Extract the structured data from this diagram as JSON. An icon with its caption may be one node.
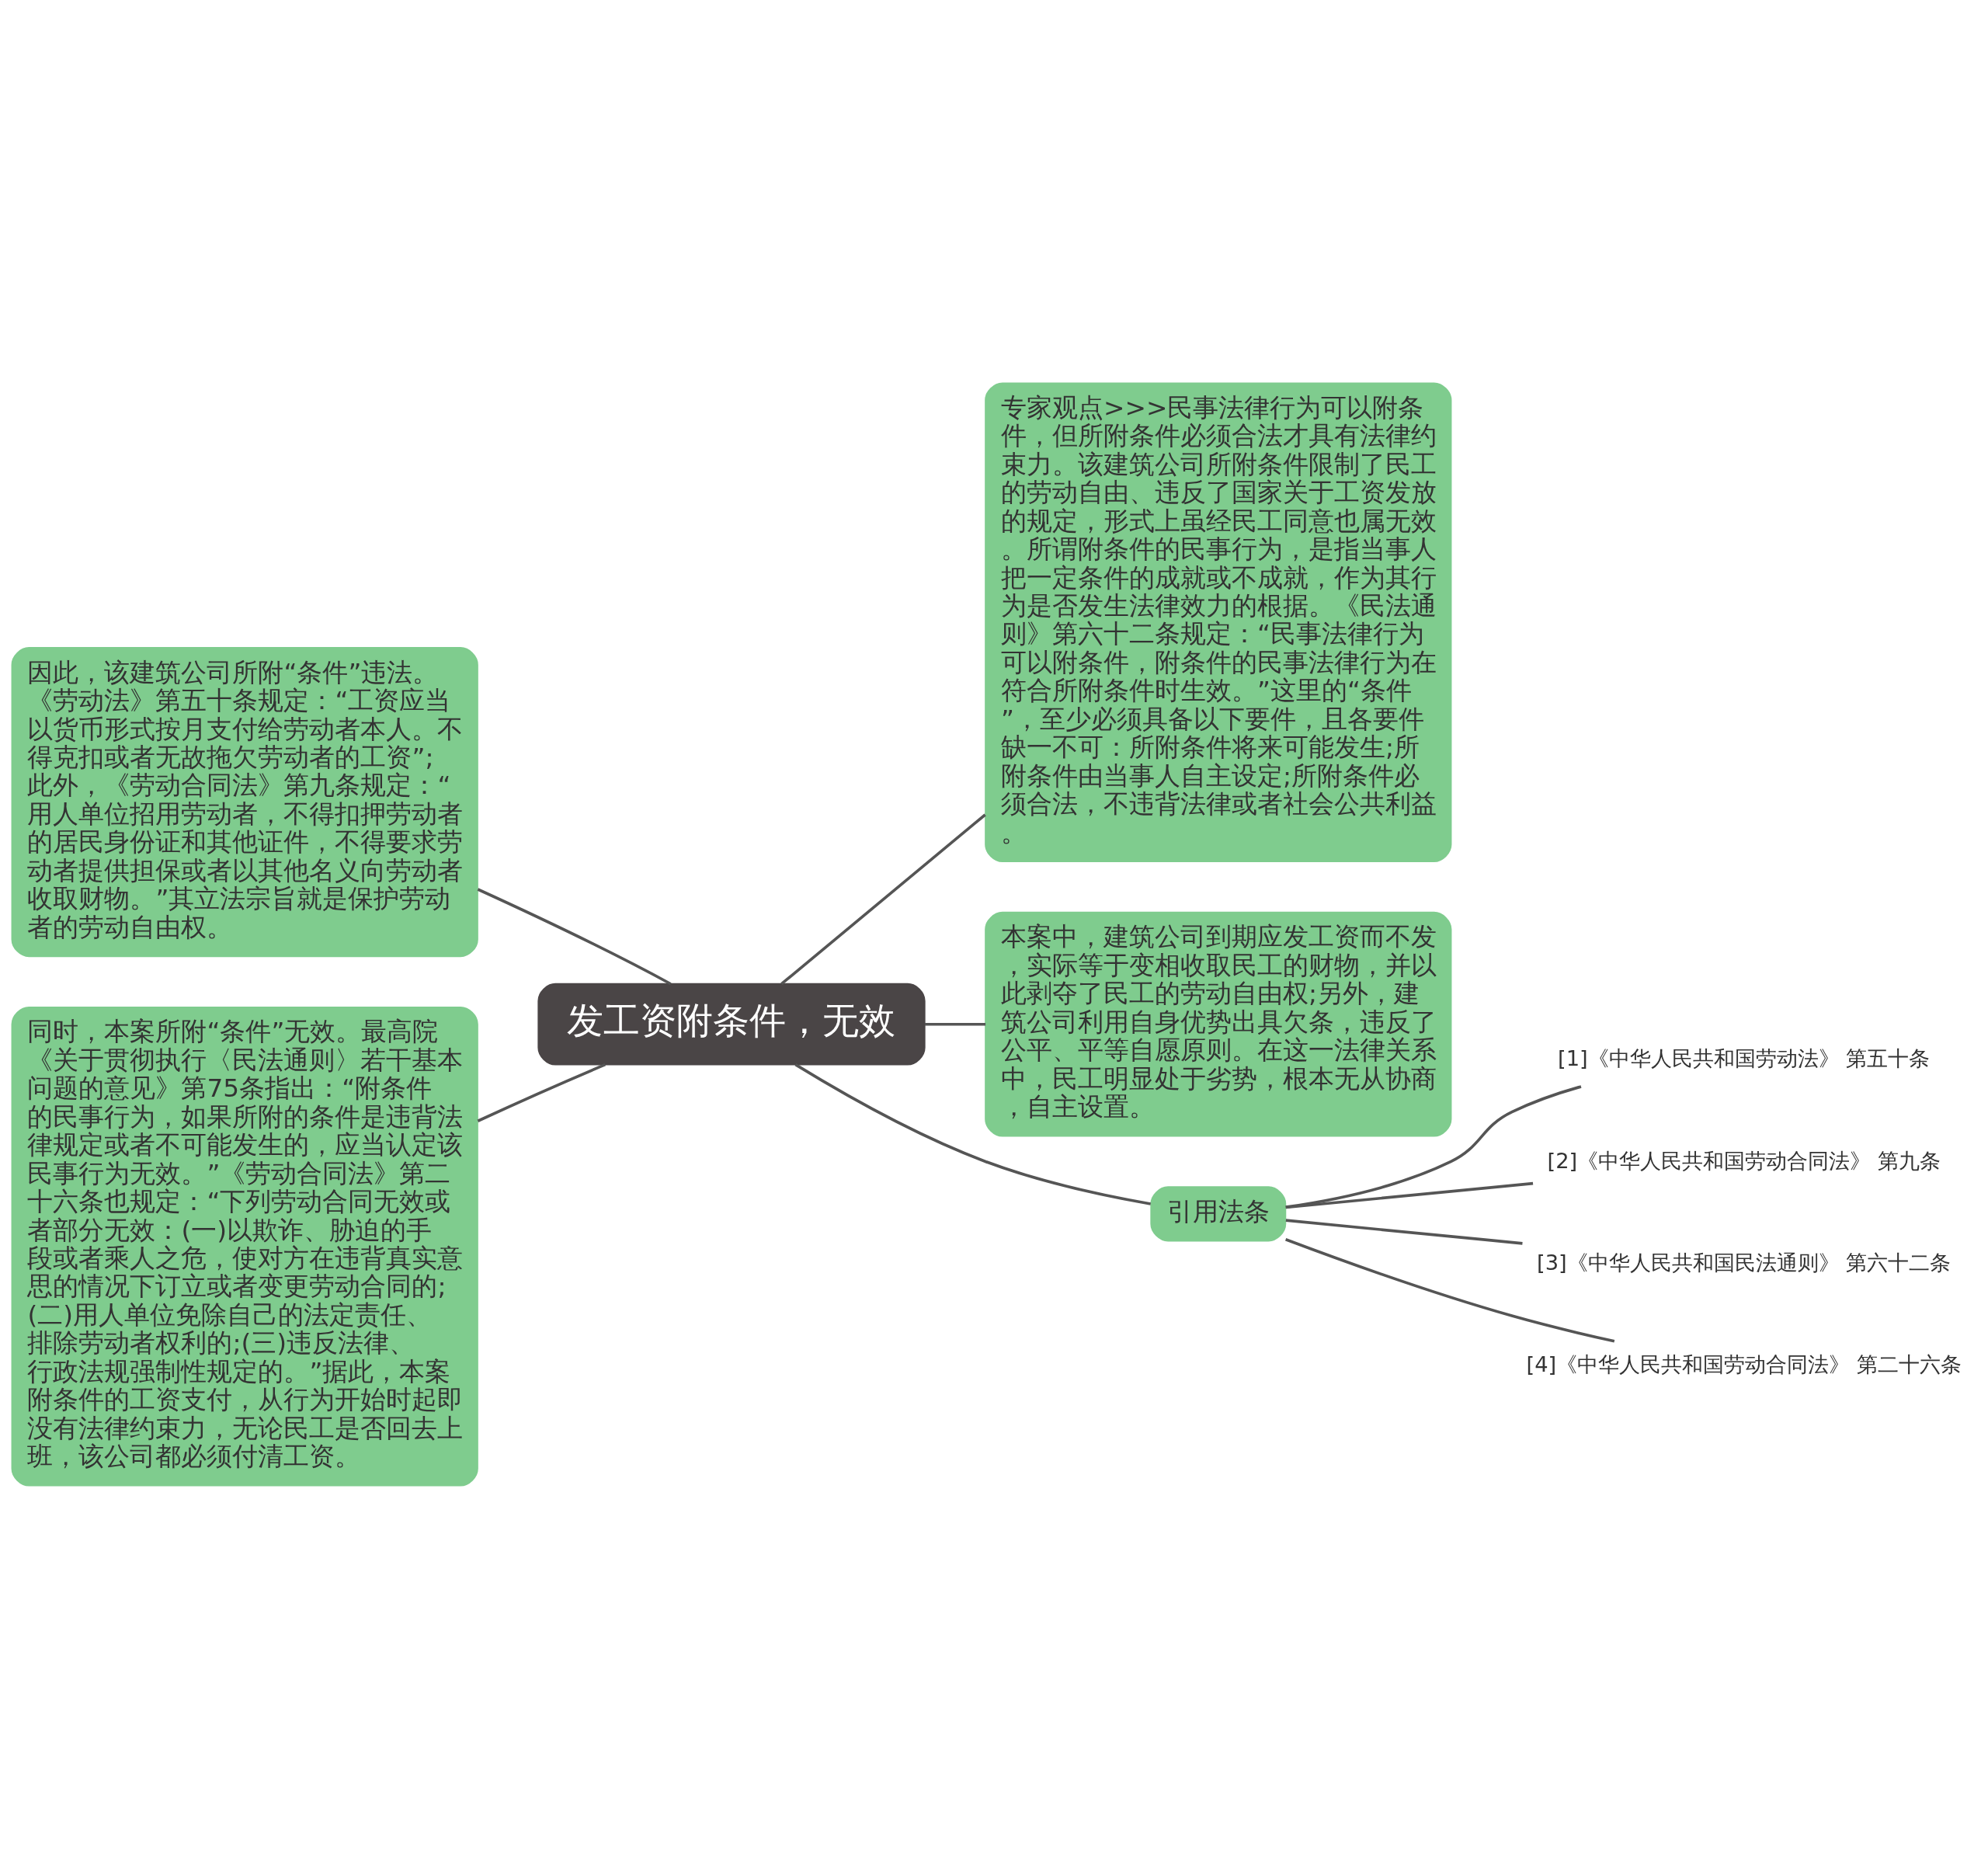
{
  "diagram": {
    "nodes": [
      {
        "text": [
          "发工资附条件，无效"
        ]
      },
      {
        "text": [
          "因此，该建筑公司所附“条件”违法。《劳动法》第五十条规定：“工资应当以货币形式按月支付给劳动者本人。不得克扣或者无故拖欠劳动者的工资”;此外，《劳动合同法》第九条规定：“用人单位招用劳动者，不得扣押劳动者的居民身份证和其他证件，不得要求劳动者提供担保或者以其他名义向劳动者收取财物。”其立法宗旨就是保护劳动者的劳动自由权。"
        ]
      },
      {
        "text": [
          "同时，本案所附“条件”无效。最高院《关于贯彻执行〈民法通则〉若干基本问题的意见》第75条指出：“附条件的民事行为，如果所附的条件是违背法律规定或者不可能发生的，应当认定该民事行为无效。”《劳动合同法》第二十六条也规定：“下列劳动合同无效或者部分无效：(一)以欺诈、胁迫的手段或者乘人之危，使对方在违背真实意思的情况下订立或者变更劳动合同的;(二)用人单位免除自己的法定责任、排除劳动者权利的;(三)违反法律、行政法规强制性规定的。”据此，本案附条件的工资支付，从行为开始时起即没有法律约束力，无论民工是否回去上班，该公司都必须付清工资。"
        ]
      },
      {
        "text": [
          "专家观点>>>民事法律行为可以附条件，但所附条件必须合法才具有法律约束力。该建筑公司所附条件限制了民工的劳动自由、违反了国家关于工资发放的规定，形式上虽经民工同意也属无效。所谓附条件的民事行为，是指当事人把一定条件的成就或不成就，作为其行为是否发生法律效力的根据。《民法通则》第六十二条规定：“民事法律行为可以附条件，附条件的民事法律行为在符合所附条件时生效。”这里的“条件”，至少必须具备以下要件，且各要件缺一不可：所附条件将来可能发生;所附条件由当事人自主设定;所附条件必须合法，不违背法律或者社会公共利益。"
        ]
      },
      {
        "text": [
          "本案中，建筑公司到期应发工资而不发，实际等于变相收取民工的财物，并以此剥夺了民工的劳动自由权;另外，建筑公司利用自身优势出具欠条，违反了公平、平等自愿原则。在这一法律关系中，民工明显处于劣势，根本无从协商，自主设置。"
        ]
      },
      {
        "text": [
          "引用法条"
        ]
      },
      {
        "text": [
          "[1]《中华人民共和国劳动法》 第五十条"
        ]
      },
      {
        "text": [
          "[2]《中华人民共和国劳动合同法》 第九条"
        ]
      },
      {
        "text": [
          "[3]《中华人民共和国民法通则》 第六十二条"
        ]
      },
      {
        "text": [
          "[4]《中华人民共和国劳动合同法》 第二十六条"
        ]
      }
    ],
    "edges": [
      {
        "from": 0,
        "to": 1,
        "arrow": "none"
      },
      {
        "from": 0,
        "to": 2,
        "arrow": "none"
      },
      {
        "from": 0,
        "to": 3,
        "arrow": "none"
      },
      {
        "from": 0,
        "to": 4,
        "arrow": "none"
      },
      {
        "from": 0,
        "to": 5,
        "arrow": "none"
      },
      {
        "from": 5,
        "to": 6,
        "arrow": "none"
      },
      {
        "from": 5,
        "to": 7,
        "arrow": "none"
      },
      {
        "from": 5,
        "to": 8,
        "arrow": "none"
      },
      {
        "from": 5,
        "to": 9,
        "arrow": "none"
      }
    ]
  }
}
